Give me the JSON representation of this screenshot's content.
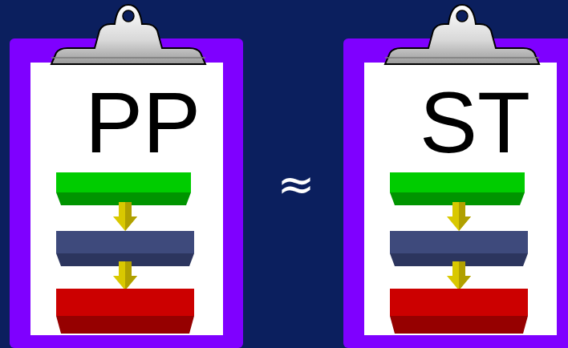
{
  "diagram": {
    "nodes": [
      {
        "text": [
          "PP"
        ]
      },
      {
        "text": [
          "ST"
        ]
      }
    ],
    "labels": [
      "≈"
    ]
  }
}
